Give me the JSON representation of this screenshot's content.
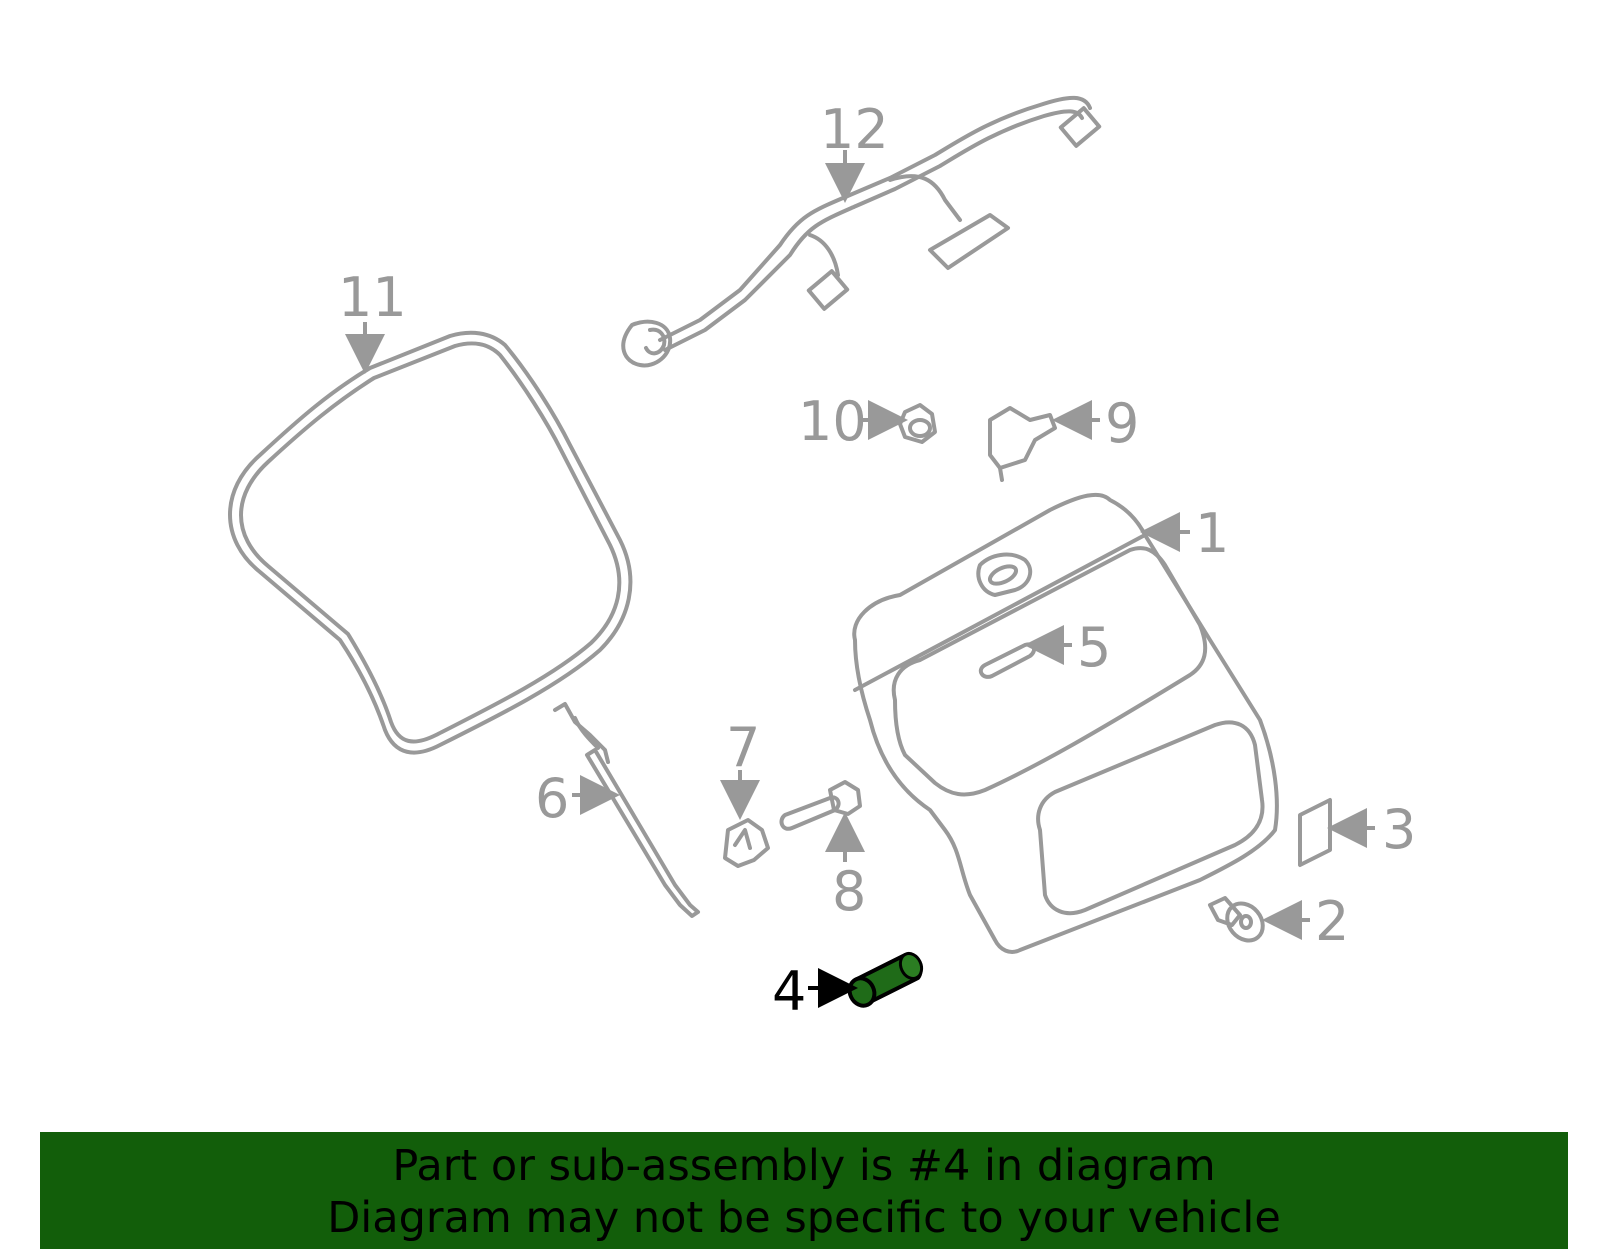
{
  "callouts": [
    {
      "number": "1"
    },
    {
      "number": "2"
    },
    {
      "number": "3"
    },
    {
      "number": "4",
      "highlighted": true
    },
    {
      "number": "5"
    },
    {
      "number": "6"
    },
    {
      "number": "7"
    },
    {
      "number": "8"
    },
    {
      "number": "9"
    },
    {
      "number": "10"
    },
    {
      "number": "11"
    },
    {
      "number": "12"
    }
  ],
  "highlighted_part": "4",
  "colors": {
    "line_art": "#999999",
    "highlight_fill": "#1f6b18",
    "banner_background": "#125e0a",
    "banner_text": "#000000"
  },
  "banner": {
    "line1": "Part or sub-assembly is #4 in diagram",
    "line2": "Diagram may not be specific to your vehicle"
  }
}
